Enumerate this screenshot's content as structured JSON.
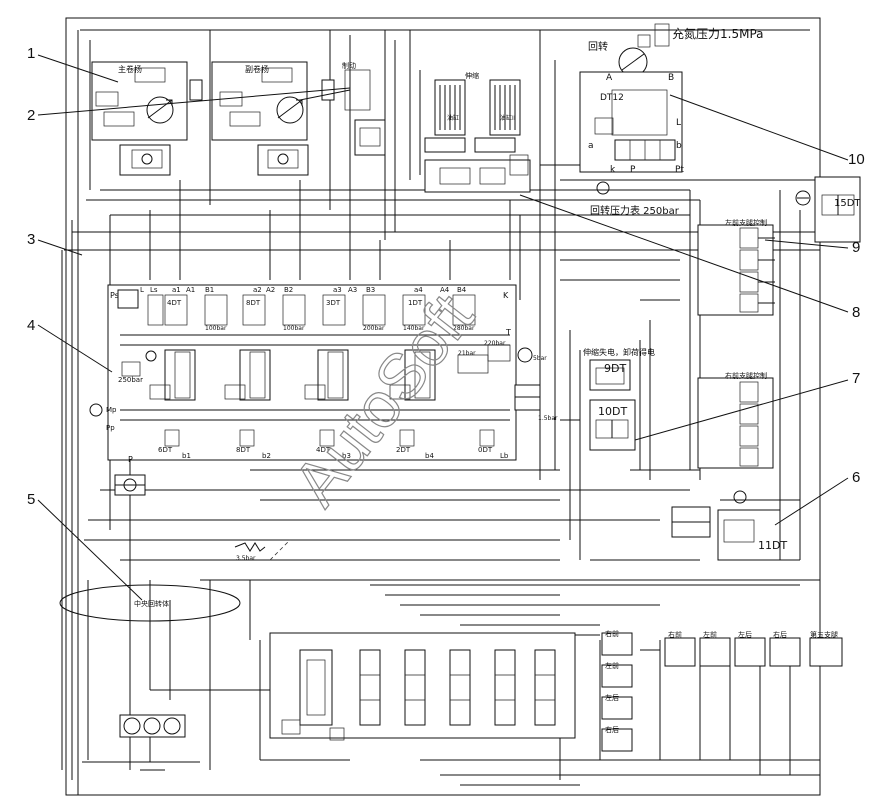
{
  "callouts": [
    "1",
    "2",
    "3",
    "4",
    "5",
    "6",
    "7",
    "8",
    "9",
    "10"
  ],
  "labels": {
    "main_winch": "主卷扬",
    "aux_winch": "副卷扬",
    "brake": "制动",
    "telescope": "伸缩",
    "cyl1": "油缸I",
    "cyl2": "油缸II",
    "slew": "回转",
    "nitrogen": "充氮压力1.5MPa",
    "slew_gauge": "回转压力表 250bar",
    "ctrl_power_top": "伸缩失电，卸荷得电",
    "ctrl_9dt": "9DT",
    "ctrl_10dt": "10DT",
    "solenoid_15": "15DT",
    "solenoid_12": "DT12",
    "solenoid_11": "11DT",
    "central_joint": "中央回转体",
    "outrigger_v_title": "左前支腿控制",
    "outrigger_h_title": "右前支腿控制",
    "r_front": "右前",
    "l_front": "左前",
    "l_rear": "左后",
    "r_rear": "右后",
    "fifth_leg": "第五支腿",
    "relief_250": "250bar",
    "relief_35": "3.5bar",
    "relief_15": "1.5bar",
    "relief_100_1": "100bar",
    "relief_100_2": "100bar",
    "relief_200": "200bar",
    "relief_140": "140bar",
    "relief_280": "280bar",
    "p21": "21bar",
    "p220": "220bar",
    "p5": "5bar",
    "port_A": "A",
    "port_B": "B",
    "port_L": "L",
    "port_b": "b",
    "port_a": "a",
    "port_k": "k",
    "port_P": "P",
    "port_Pt": "Pt",
    "port_Ps": "Ps",
    "port_Mp": "Mp",
    "port_Pp": "Pp",
    "port_T": "T",
    "port_K": "K",
    "ports_top": [
      "L",
      "Ls",
      "a1",
      "A1",
      "B1",
      "a2",
      "A2",
      "B2",
      "a3",
      "A3",
      "B3",
      "a4",
      "A4",
      "B4"
    ],
    "ports_bottom": [
      "b1",
      "b2",
      "b3",
      "b4",
      "Lb"
    ],
    "dts_top": [
      "4DT",
      "8DT",
      "3DT",
      "1DT"
    ],
    "dts_bottom": [
      "6DT",
      "8DT",
      "4DT",
      "2DT",
      "0DT"
    ],
    "watermark": "AutoSoft"
  }
}
